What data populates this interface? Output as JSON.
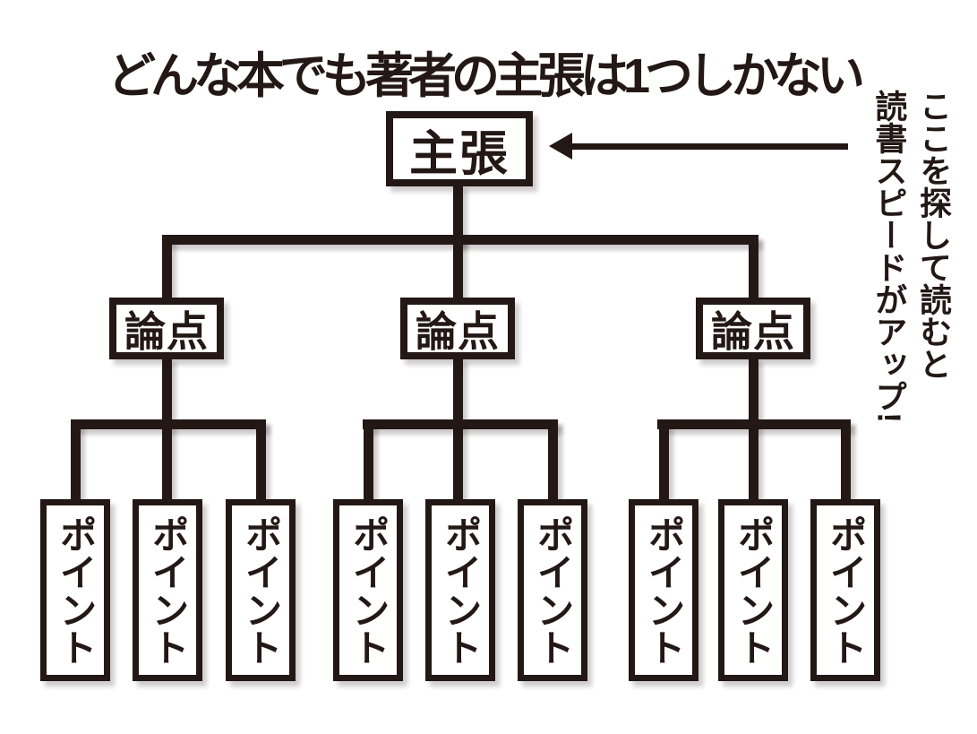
{
  "title": "どんな本でも著者の主張は1つしかない",
  "annotation": {
    "line1": "ここを探して読むと",
    "line2": "読書スピードがアップ!"
  },
  "tree": {
    "root": {
      "label": "主張"
    },
    "groups": [
      {
        "topic": "論点",
        "points": [
          "ポイント",
          "ポイント",
          "ポイント"
        ]
      },
      {
        "topic": "論点",
        "points": [
          "ポイント",
          "ポイント",
          "ポイント"
        ]
      },
      {
        "topic": "論点",
        "points": [
          "ポイント",
          "ポイント",
          "ポイント"
        ]
      }
    ]
  },
  "colors": {
    "ink": "#231815",
    "background": "#ffffff"
  }
}
